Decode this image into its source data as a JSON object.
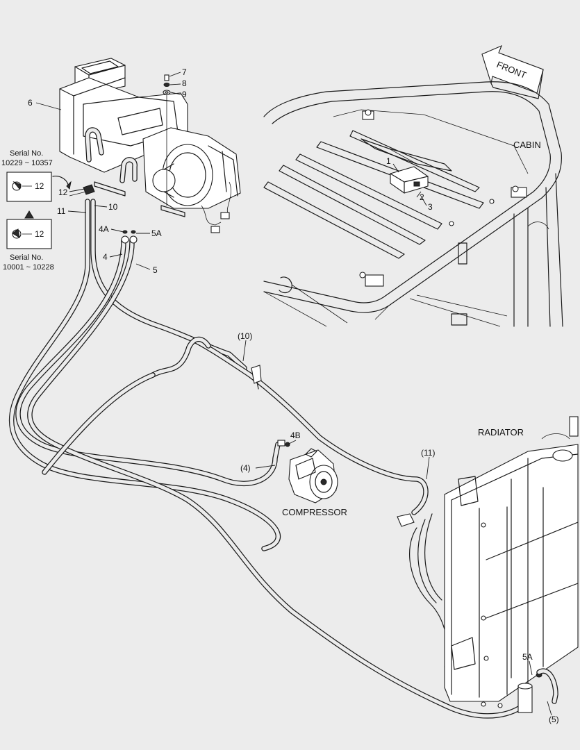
{
  "direction_arrow": {
    "label": "FRONT"
  },
  "sections": {
    "cabin": "CABIN",
    "radiator": "RADIATOR",
    "compressor": "COMPRESSOR"
  },
  "serial_callouts": [
    {
      "title": "Serial No.",
      "range": "10229 ~ 10357",
      "part": "12"
    },
    {
      "title": "Serial No.",
      "range": "10001 ~ 10228",
      "part": "12"
    }
  ],
  "part_labels": {
    "p1": "1",
    "p2": "2",
    "p3": "3",
    "p4": "4",
    "p4A": "4A",
    "p4B": "4B",
    "p4_ref": "(4)",
    "p5": "5",
    "p5A": "5A",
    "p5A_lower": "5A",
    "p5_ref": "(5)",
    "p6": "6",
    "p7": "7",
    "p8": "8",
    "p9": "9",
    "p10": "10",
    "p10_ref": "(10)",
    "p11": "11",
    "p11_ref": "(11)",
    "p12": "12"
  }
}
